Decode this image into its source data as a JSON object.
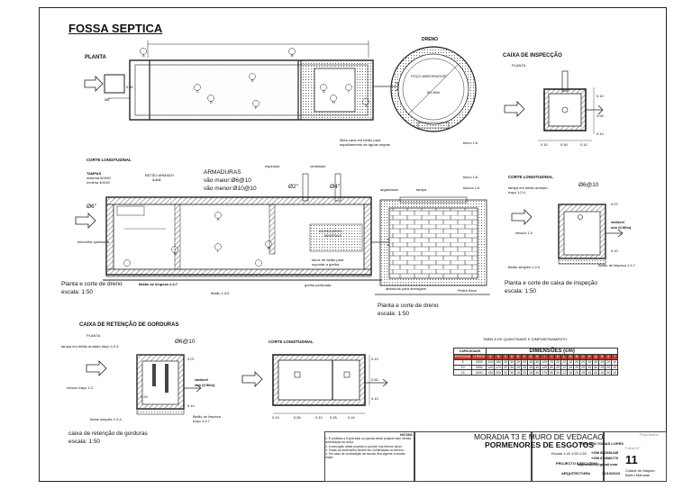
{
  "sheet": {
    "title": "FOSSA SEPTICA"
  },
  "planta": {
    "heading": "PLANTA",
    "dim_d": "Ø6\"",
    "dim_050": "0.50",
    "markers": [
      "A",
      "B",
      "C",
      "D",
      "E",
      "F",
      "G",
      "H",
      "I",
      "J",
      "K",
      "L",
      "M",
      "N"
    ]
  },
  "dreno": {
    "heading": "DRENO",
    "label_poco": "POÇO ABSORVENTE",
    "label_diam": "Ø1.60m",
    "label_bloco": "bloco 1:6",
    "label_malha": "Meia cana em betão para",
    "label_malha2": "espalhamento de águas negras"
  },
  "caixa_inspeccao": {
    "heading": "CAIXA DE INSPECÇÃO",
    "sub": "PLANTA",
    "dims": [
      "0.10",
      "0.50",
      "0.10",
      "0.10",
      "0.50",
      "0.10"
    ]
  },
  "corte": {
    "heading": "CORTE LONGITUDINAL",
    "tampas": "TAMPAS",
    "tampas_max": "máxima 60X60",
    "tampas_min": "mínima 40X40",
    "betao_armado": "BETÃO ARMADO",
    "betao_ratio": "1:2:4",
    "armaduras": "ARMADURAS",
    "vao_maior": "vão maior:Ø6@10",
    "vao_menor": "vão menor:Ø10@10",
    "espirador": "espirador",
    "ventilador": "ventilador",
    "d6": "Ø6\"",
    "d4": "Ø4\"",
    "d2": "Ø2\"",
    "agregados": "AGREGADOS",
    "minerais": "MINERAIS",
    "betonilha": "betonilha queimada",
    "tacos": "tacos de betão para",
    "tacos2": "suportar a grelha",
    "grelha": "grelha perfurada",
    "betao_limpeza": "Betão de limpeza 1:4:7",
    "betao_135": "Betão 1:3:5",
    "caption": "Planta e corte de dreno",
    "caption_scale": "escala: 1:50"
  },
  "dreno_corte": {
    "argamassa": "argamassa",
    "tampa": "tampa",
    "bloco1": "bloco 1:6",
    "bloco2": "blocos 1:6",
    "aberturas": "aberturas para drenagem",
    "pedra": "Pedra Seca",
    "caption": "Planta e corte de dreno",
    "caption_scale": "escala: 1:50"
  },
  "caixa_corte": {
    "heading": "CORTE LONGITUDINAL",
    "tampa": "tampa em betão armado,",
    "tampa2": "traço 1:2:4",
    "armadura": "Ø6@10",
    "reboco": "reboco 1:3",
    "variavel": "variavel",
    "variavel2": "min (0.50m)",
    "betao_simples": "Betão simples 1:2:4",
    "betao_limpeza": "Betão de limpeza 1:4:7",
    "d007": "0.07",
    "d010": "0.10",
    "caption": "Planta e corte de caixa de inspeção",
    "caption_scale": "escala: 1:50"
  },
  "gorduras": {
    "heading": "CAIXA DE RETENÇÃO DE GORDURAS",
    "sub": "PLANTA",
    "tampa": "tampa em betão armado  traço 1:2:4",
    "armadura": "Ø6@10",
    "reboco": "reboco traço 1:3",
    "betao_simples": "betao simples 1:2:4",
    "betao_limpeza": "Betão de limpeza",
    "betao_limpeza2": "traço 1:4:7",
    "d020": "0.20",
    "d007": "0.07",
    "d010": "0.10",
    "variavel": "variavel",
    "variavel2": "min (0.50m)",
    "corte_heading": "CORTE LONGITUDINAL",
    "corte_dims": [
      "0.10",
      "0.50",
      "0.10",
      "0.25",
      "0.10"
    ],
    "corte_vdims": [
      "0.10",
      "0.50",
      "0.10"
    ],
    "caption": "caixa de retenção de gorduras",
    "caption_scale": "escala: 1:50"
  },
  "quantidade": {
    "heading": "TABELA DE QUANTIDADE E DIMENSIONAMENTO",
    "capacidade": "CAPACIDADE",
    "dimensoes": "DIMENSÕES (cm)",
    "subheaders": [
      "PESSOAS",
      "LITROS",
      "A",
      "B",
      "C",
      "D",
      "E",
      "F",
      "G",
      "H",
      "I",
      "J",
      "K",
      "L",
      "M",
      "N",
      "O",
      "P",
      "Q",
      "R",
      "S",
      "T"
    ],
    "rows": [
      [
        "5",
        "1500",
        "110",
        "150",
        "20",
        "30",
        "10",
        "20",
        "15",
        "30",
        "125",
        "70",
        "20",
        "12",
        "15",
        "20",
        "20",
        "15",
        "35",
        "15",
        "20",
        "10"
      ],
      [
        "10",
        "2500",
        "120",
        "170",
        "20",
        "30",
        "10",
        "25",
        "15",
        "30",
        "145",
        "80",
        "20",
        "12",
        "15",
        "25",
        "25",
        "15",
        "40",
        "15",
        "20",
        "10"
      ],
      [
        "15",
        "4000",
        "130",
        "200",
        "20",
        "30",
        "10",
        "25",
        "15",
        "30",
        "175",
        "90",
        "20",
        "12",
        "15",
        "25",
        "25",
        "15",
        "45",
        "15",
        "20",
        "10"
      ]
    ]
  },
  "titleblock": {
    "notes_heading": "NOTAS",
    "notes": [
      "1. É proibida a Cópia total ou parcial deste projecto sem devida autorização do autor.",
      "2. A execução deste projecto é punível nos termos da lei.",
      "3. Todas as dimensões devem ser confirmadas no terreno.",
      "4. Em caso de contradição de escala, fica vigente a escala maior."
    ],
    "project": "MORADIA T3 E MURO DE VEDACAO",
    "sheet_title": "PORMENORES DE ESGOTOS",
    "escala": "Escala 1:20 1:50 1:25",
    "fase": "PROJECTO EXECUTIVO",
    "area": "ARQUITECTURA",
    "proprietario_label": "Proprietário",
    "autor": "EDILSON TOMAS LOPES",
    "tel1": "+258 852036445",
    "tel2": "+258 874086770",
    "email": "lopesedi02@gmail.com",
    "data": "16/10/2023",
    "folha_label": "Folha N.º",
    "folha": "11",
    "cidade": "Cidade de Maputo",
    "bairro": "Bairro Mahotas"
  }
}
